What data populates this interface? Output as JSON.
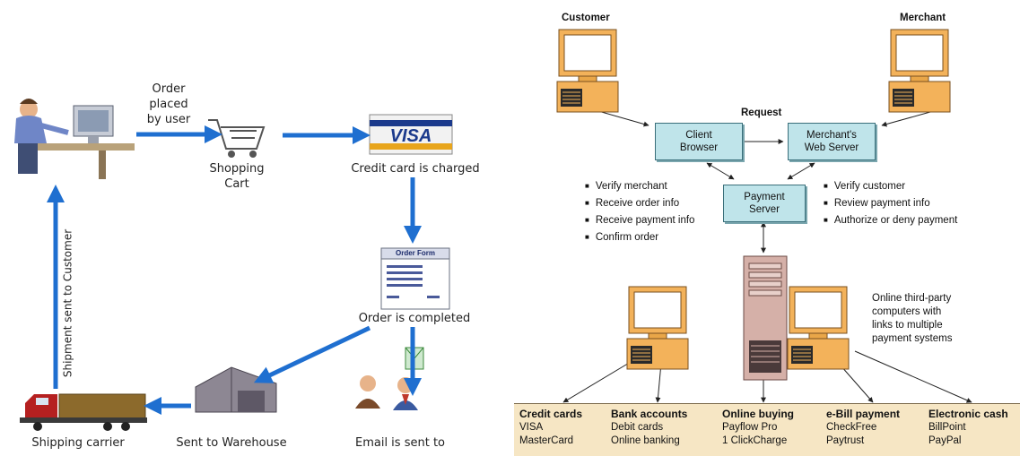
{
  "left_flow": {
    "order_placed": [
      "Order",
      "placed",
      "by user"
    ],
    "shopping_cart": [
      "Shopping",
      "Cart"
    ],
    "visa_card": "VISA",
    "credit_card_charged": "Credit card is charged",
    "order_form_title": "Order Form",
    "order_completed": "Order is completed",
    "shipment_sent": "Shipment sent to Customer",
    "sent_to_warehouse": "Sent to Warehouse",
    "shipping_carrier": "Shipping carrier",
    "email_sent": "Email is sent to"
  },
  "right_flow": {
    "customer": "Customer",
    "merchant": "Merchant",
    "request": "Request",
    "client_browser": [
      "Client",
      "Browser"
    ],
    "merchant_server": [
      "Merchant's",
      "Web Server"
    ],
    "payment_server": [
      "Payment",
      "Server"
    ],
    "left_bullets": [
      "Verify merchant",
      "Receive order info",
      "Receive payment info",
      "Confirm order"
    ],
    "right_bullets": [
      "Verify customer",
      "Review payment info",
      "Authorize or deny payment"
    ],
    "third_party": [
      "Online third-party",
      "computers with",
      "links to multiple",
      "payment systems"
    ],
    "categories": [
      {
        "title": "Credit cards",
        "items": [
          "VISA",
          "MasterCard"
        ]
      },
      {
        "title": "Bank accounts",
        "items": [
          "Debit cards",
          "Online banking"
        ]
      },
      {
        "title": "Online buying",
        "items": [
          "Payflow Pro",
          "1 ClickCharge"
        ]
      },
      {
        "title": "e-Bill payment",
        "items": [
          "CheckFree",
          "Paytrust"
        ]
      },
      {
        "title": "Electronic cash",
        "items": [
          "BillPoint",
          "PayPal"
        ]
      }
    ]
  },
  "colors": {
    "arrow_blue": "#1f6fd0",
    "box_teal": "#bfe4ea",
    "monitor_orange": "#f3b25a",
    "panel_tan": "#f6e6c4"
  }
}
